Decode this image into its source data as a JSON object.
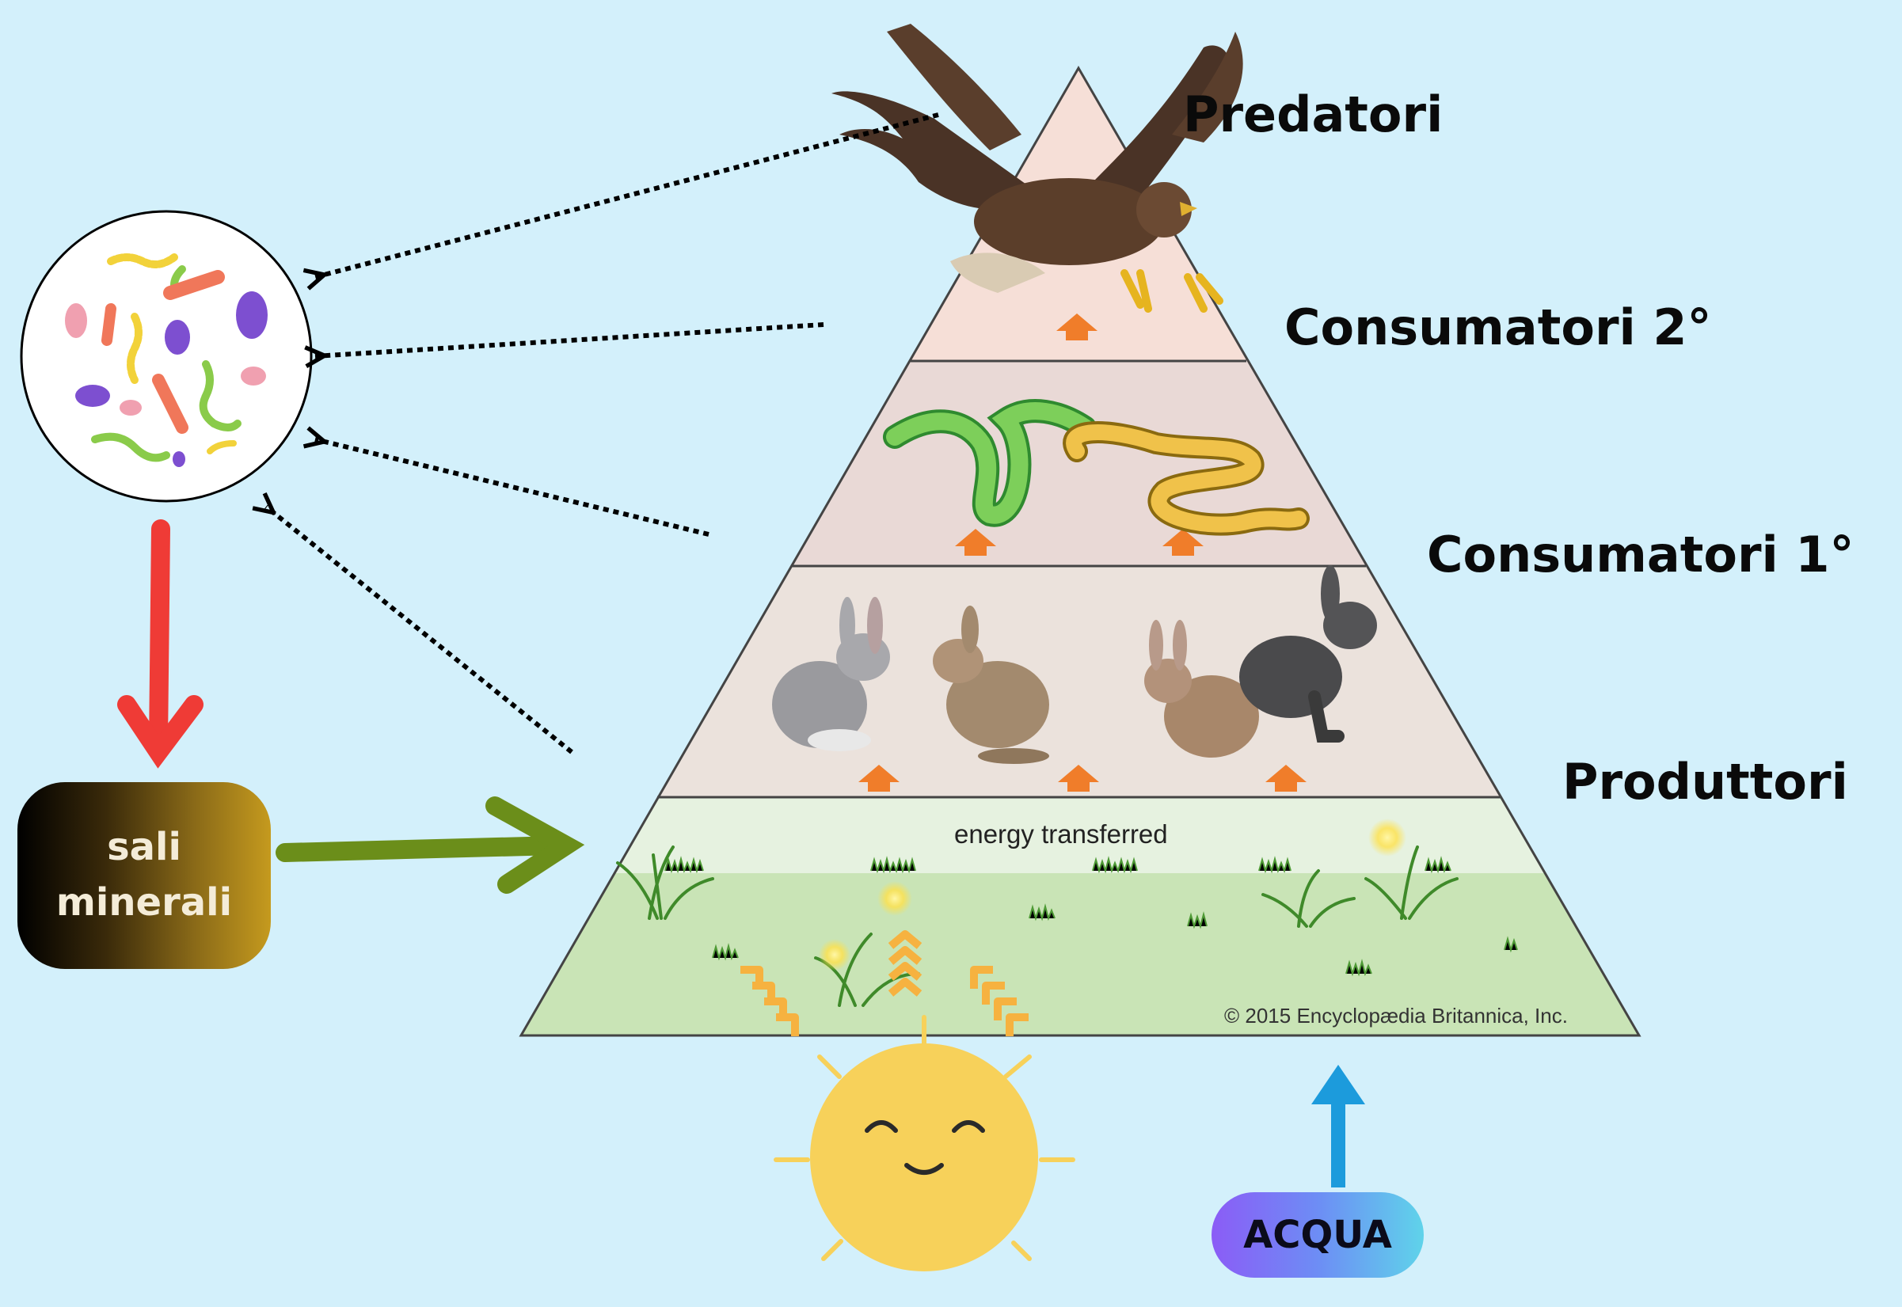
{
  "levels": {
    "top": "Predatori",
    "second": "Consumatori 2°",
    "third": "Consumatori 1°",
    "bottom": "Produttori"
  },
  "pyramid_texts": {
    "energy": "energy transferred",
    "copyright": "© 2015 Encyclopædia Britannica, Inc."
  },
  "boxes": {
    "sali_line1": "sali",
    "sali_line2": "minerali",
    "acqua": "ACQUA"
  },
  "colors": {
    "background": "#d3f0fb",
    "decomposition_arrow": "#ef3b36",
    "minerals_arrow": "#6b8e1a",
    "energy_arrows": "#f07d2a",
    "water_arrow": "#1c9bdc",
    "sun": "#f7d15a"
  }
}
